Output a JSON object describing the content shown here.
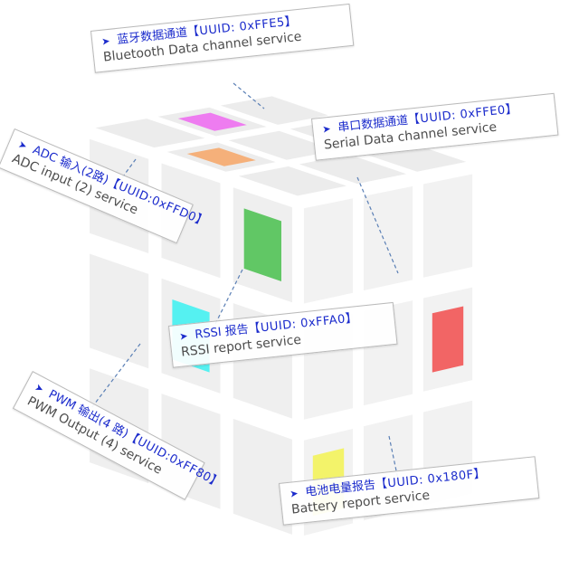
{
  "services": [
    {
      "id": "bluetooth",
      "cn": "蓝牙数据通道",
      "uuid": "【UUID: 0xFFE5】",
      "en": "Bluetooth Data channel service",
      "color": "#ee7cf0"
    },
    {
      "id": "serial",
      "cn": "串口数据通道",
      "uuid": "【UUID: 0xFFE0】",
      "en": "Serial Data channel service",
      "color": "#f26565"
    },
    {
      "id": "adc",
      "cn": "ADC 输入(2路)",
      "uuid": "【UUID:0xFFD0】",
      "en": "ADC input (2) service",
      "color": "#f5b07a"
    },
    {
      "id": "rssi",
      "cn": "RSSI 报告",
      "uuid": "【UUID: 0xFFA0】",
      "en": "RSSI report service",
      "color": "#61c765"
    },
    {
      "id": "pwm",
      "cn": "PWM 输出(4 路)",
      "uuid": "【UUID:0xFF80】",
      "en": "PWM Output (4) service",
      "color": "#55f1f1"
    },
    {
      "id": "battery",
      "cn": "电池电量报告",
      "uuid": "【UUID: 0x180F】",
      "en": "Battery report service",
      "color": "#f3f36a"
    }
  ],
  "icons": {
    "bullet": "arrowhead-icon"
  }
}
